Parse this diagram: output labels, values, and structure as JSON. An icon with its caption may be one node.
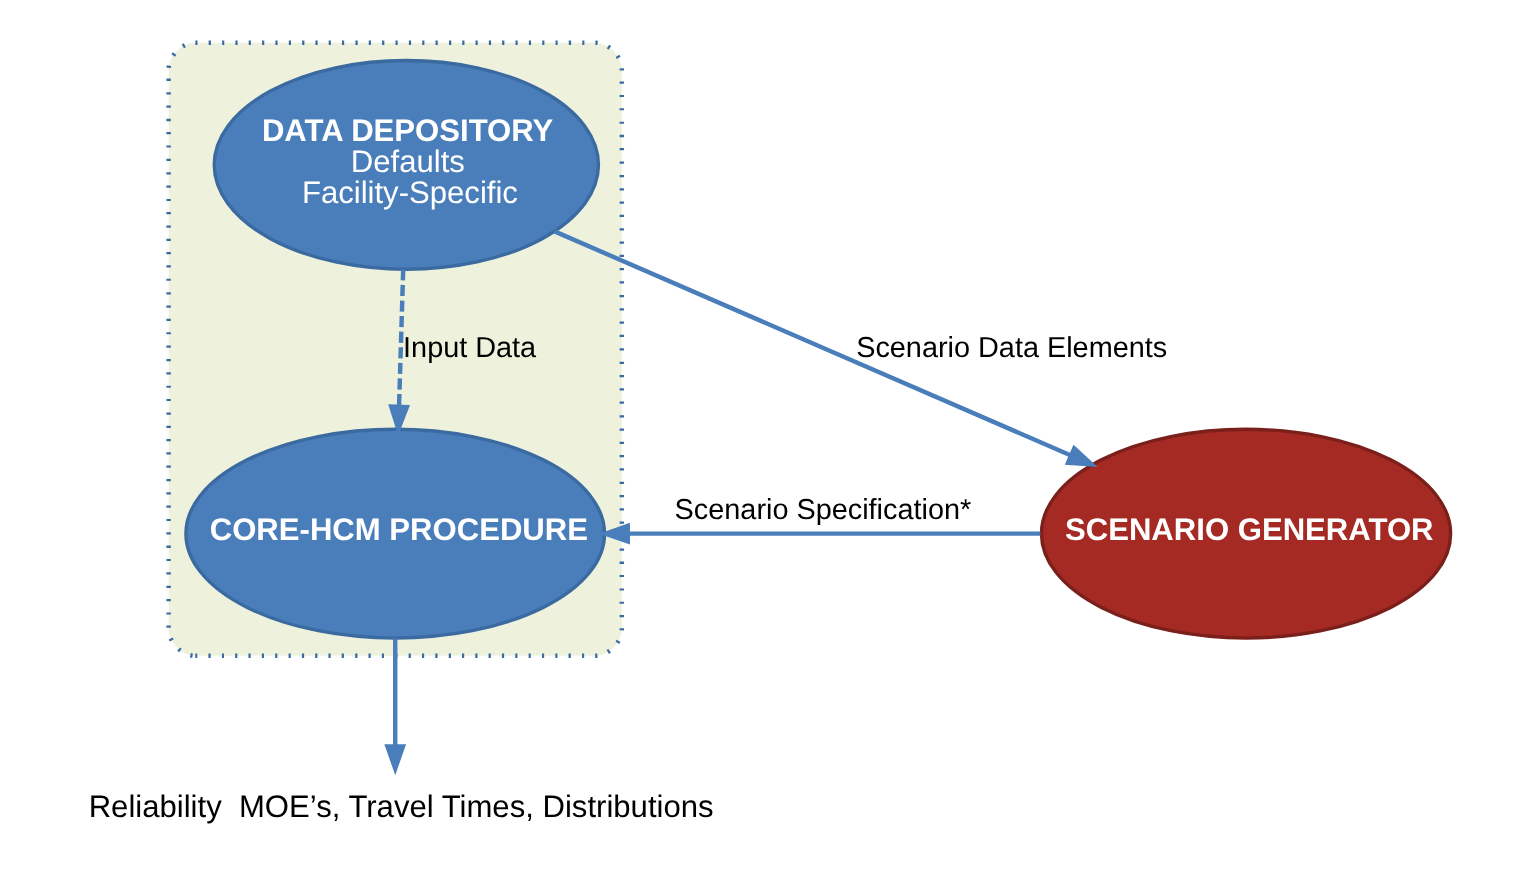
{
  "diagram": {
    "nodes": [
      {
        "text": [
          "SCENARIO GENERATOR"
        ]
      },
      {
        "text": [],
        "shape": "ellipse"
      },
      {
        "text": [
          "DATA DEPOSITORY",
          "Defaults",
          "Facility-Specific"
        ],
        "in": 1
      },
      {
        "text": [
          "CORE-HCM PROCEDURE"
        ],
        "in": 1
      },
      {
        "text": [
          "Reliability  MOE’s, Travel Times, Distributions"
        ]
      }
    ],
    "edges": [
      {
        "from": 2,
        "to": 0,
        "arrow": "to",
        "label": "Scenario Data Elements"
      },
      {
        "from": 0,
        "to": 3,
        "arrow": "to",
        "label": "Scenario Specification*"
      },
      {
        "from": 2,
        "to": 3,
        "arrow": "to",
        "label": "Input Data",
        "style": "dashed"
      },
      {
        "from": 3,
        "to": 4,
        "arrow": "to"
      }
    ]
  }
}
